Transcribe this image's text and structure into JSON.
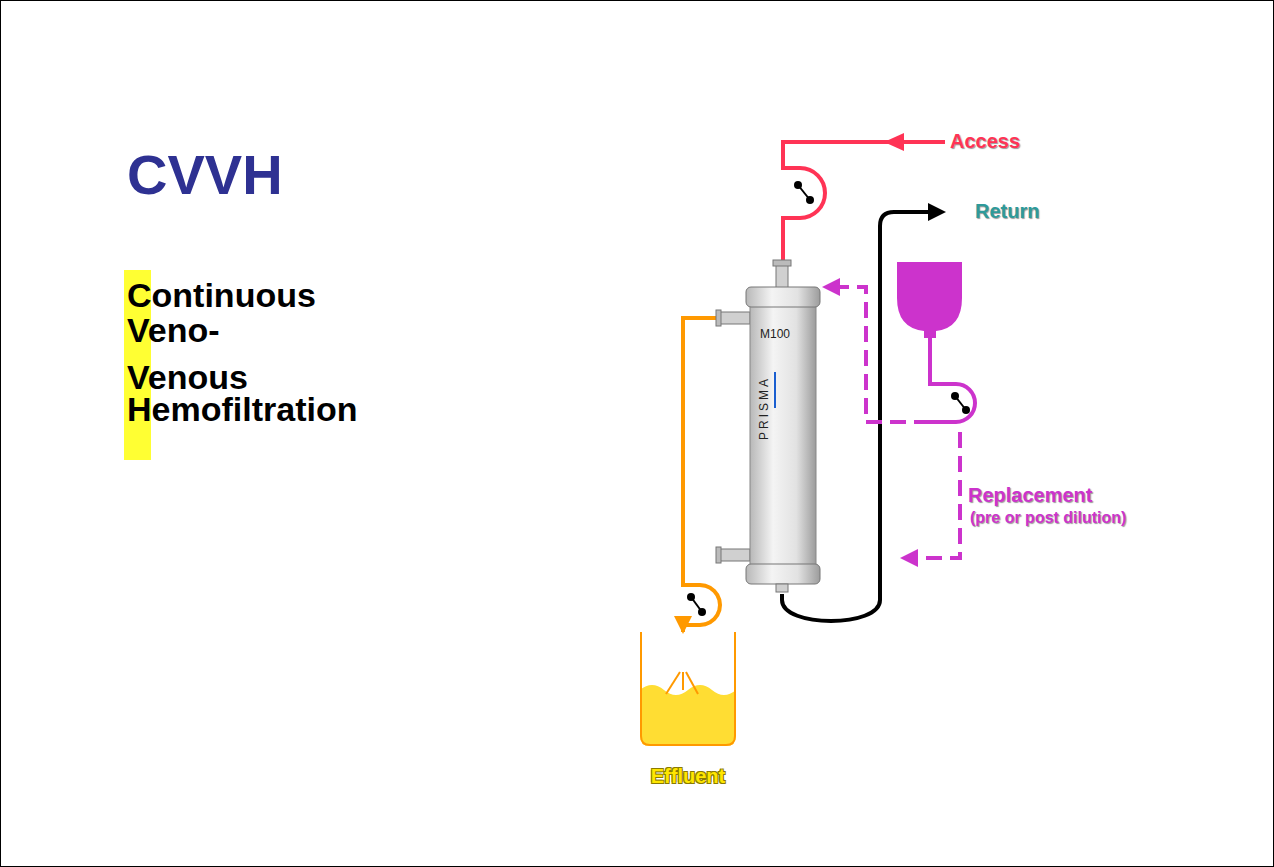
{
  "diagram": {
    "title": "CVVH",
    "nodes": [
      {
        "text": [
          "M100",
          "PRISMA"
        ]
      },
      {
        "text": [
          "Effluent"
        ]
      }
    ],
    "edges": [
      {
        "from": 0,
        "to": 1,
        "arrow": "to"
      }
    ],
    "labels": [
      "Continuous",
      "Veno-",
      "Venous",
      "Hemofiltration",
      "Access",
      "Return",
      "Replacement",
      "(pre or post dilution)"
    ]
  }
}
